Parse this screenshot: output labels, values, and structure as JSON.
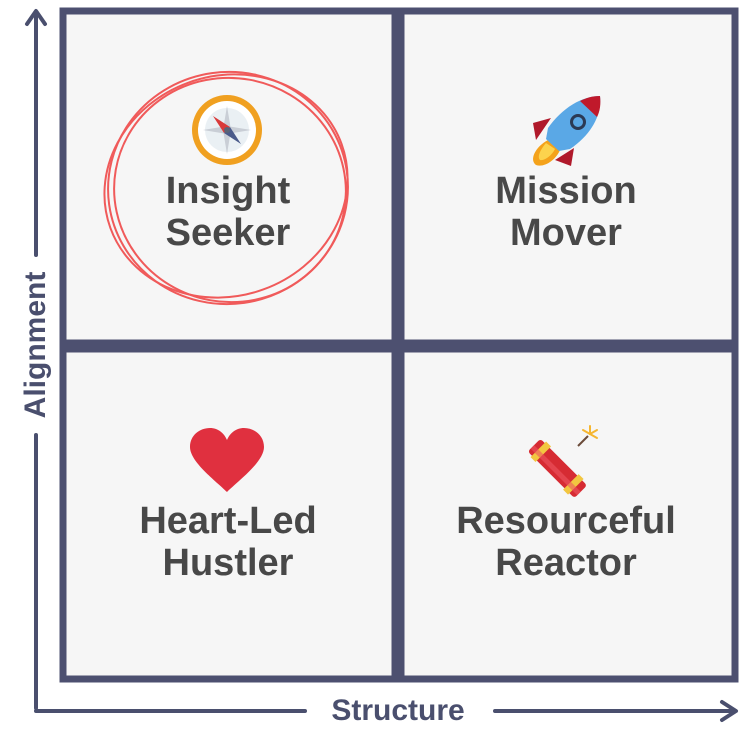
{
  "axes": {
    "x_label": "Structure",
    "y_label": "Alignment"
  },
  "quadrants": {
    "top_left": {
      "line1": "Insight",
      "line2": "Seeker",
      "icon": "compass-icon",
      "highlighted": true
    },
    "top_right": {
      "line1": "Mission",
      "line2": "Mover",
      "icon": "rocket-icon",
      "highlighted": false
    },
    "bottom_left": {
      "line1": "Heart-Led",
      "line2": "Hustler",
      "icon": "heart-icon",
      "highlighted": false
    },
    "bottom_right": {
      "line1": "Resourceful",
      "line2": "Reactor",
      "icon": "dynamite-icon",
      "highlighted": false
    }
  },
  "colors": {
    "axis": "#4a4f6e",
    "grid": "#4d5070",
    "cell_bg": "#f6f6f6",
    "text": "#484848",
    "highlight": "#f05a5a"
  }
}
